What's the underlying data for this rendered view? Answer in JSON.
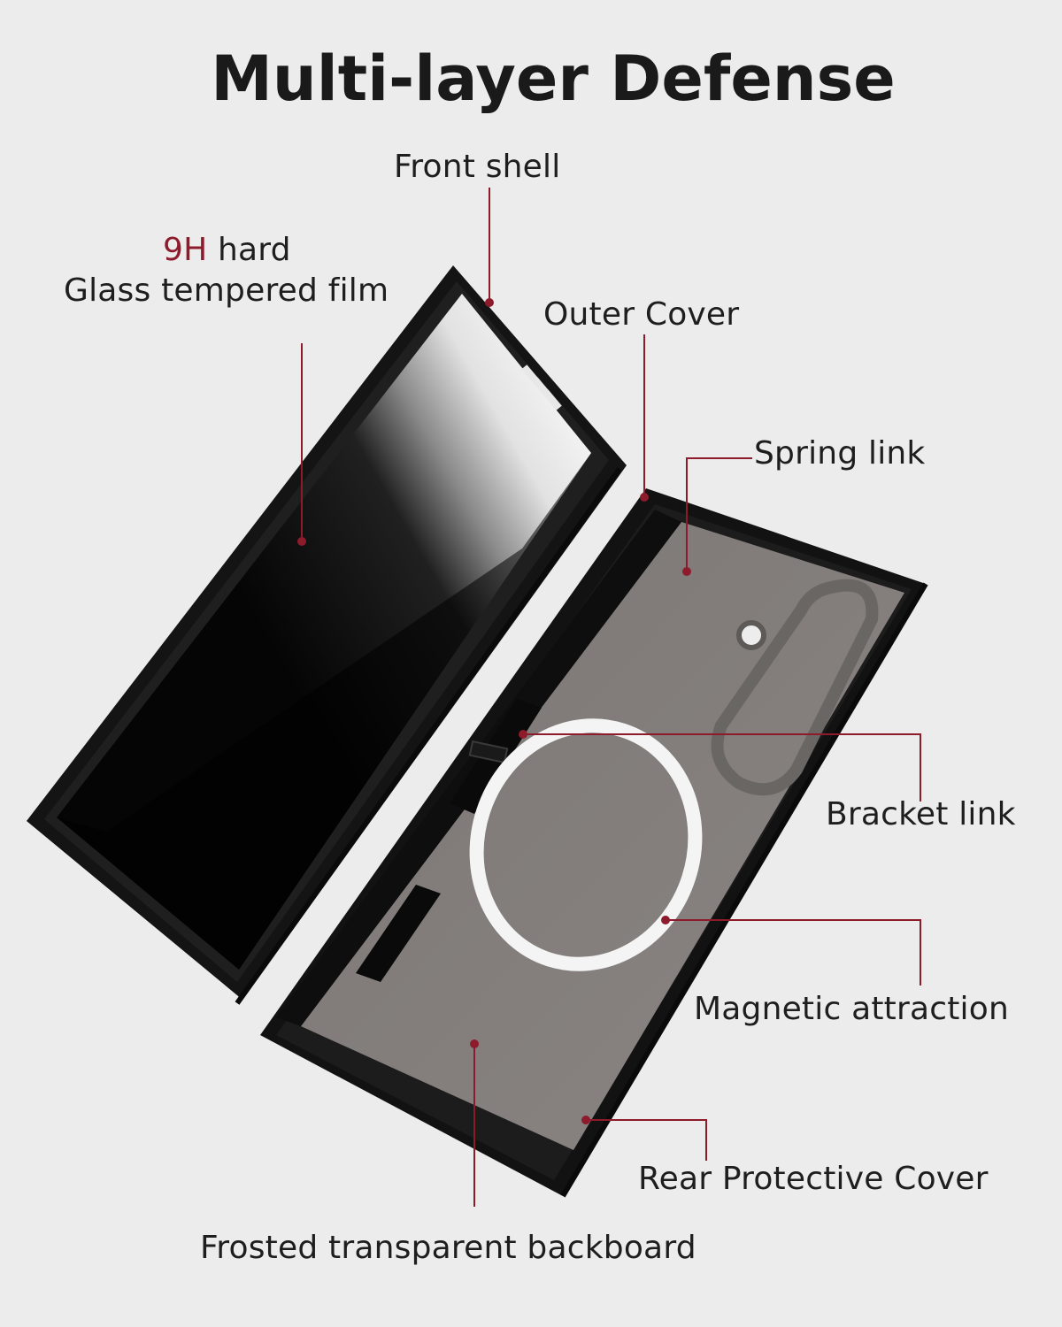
{
  "title": "Multi-layer Defense",
  "colors": {
    "background": "#ececec",
    "accent": "#8e1b2b",
    "text": "#1e1e1e",
    "case_black": "#141414",
    "frosted_back": "#807b79",
    "magnet_ring": "#f4f4f4"
  },
  "callouts": {
    "front_shell": "Front shell",
    "film_highlight": "9H",
    "film_line1_rest": " hard",
    "film_line2": "Glass tempered film",
    "outer_cover": "Outer Cover",
    "spring_link": "Spring link",
    "bracket_link": "Bracket link",
    "magnetic_attraction": "Magnetic attraction",
    "rear_protective_cover": "Rear Protective Cover",
    "frosted_backboard": "Frosted transparent backboard"
  }
}
